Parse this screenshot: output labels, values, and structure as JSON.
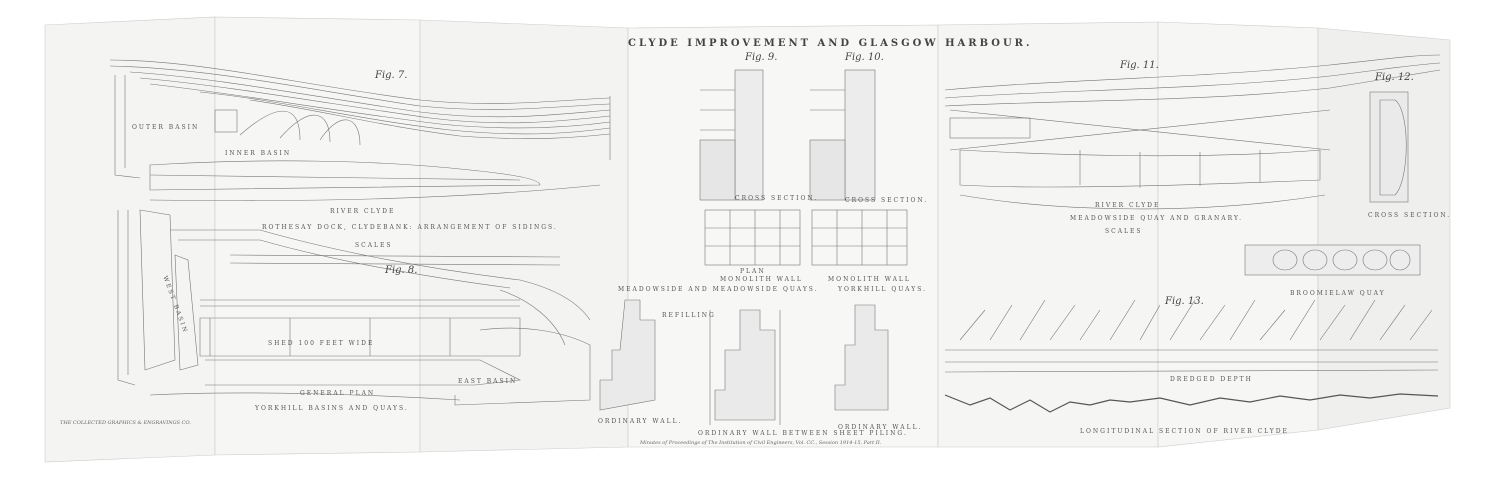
{
  "sheet": {
    "main_title": "CLYDE IMPROVEMENT AND GLASGOW HARBOUR.",
    "footer_caption": "Minutes of Proceedings of The Institution of Civil Engineers, Vol. CC., Session 1914-15, Part II.",
    "printer_credit": "THE COLLECTED GRAPHICS & ENGRAVINGS CO."
  },
  "figures": {
    "fig7": "Fig. 7.",
    "fig8": "Fig. 8.",
    "fig9": "Fig. 9.",
    "fig10": "Fig. 10.",
    "fig11": "Fig. 11.",
    "fig12": "Fig. 12.",
    "fig13": "Fig. 13."
  },
  "labels": {
    "outer_basin": "OUTER BASIN",
    "inner_basin": "INNER BASIN",
    "river_clyde_left": "RIVER CLYDE",
    "rothesay_caption": "ROTHESAY DOCK, CLYDEBANK: ARRANGEMENT OF SIDINGS.",
    "scales_left": "SCALES",
    "west_basin": "WEST BASIN",
    "shed_wide": "SHED  100  FEET  WIDE",
    "east_basin": "EAST BASIN",
    "general_plan": "GENERAL PLAN",
    "yorkhill_basins": "YORKHILL BASINS AND QUAYS.",
    "cross_section_1": "CROSS SECTION.",
    "cross_section_2": "CROSS SECTION.",
    "plan": "PLAN",
    "monolith_wall_1": "MONOLITH WALL",
    "monolith_wall_2": "MONOLITH WALL",
    "meadowside_quays": "MEADOWSIDE AND MEADOWSIDE QUAYS.",
    "yorkhill_quays": "YORKHILL QUAYS.",
    "ordinary_wall_1": "ORDINARY WALL.",
    "ordinary_wall_2": "ORDINARY WALL BETWEEN SHEET PILING.",
    "ordinary_wall_3": "ORDINARY WALL.",
    "refilling": "REFILLING",
    "river_clyde_right": "RIVER CLYDE",
    "meadowside_granary": "MEADOWSIDE QUAY AND GRANARY.",
    "scales_right": "SCALES",
    "cross_section_3": "CROSS SECTION.",
    "broomielaw_quay": "BROOMIELAW QUAY",
    "dredged_depth": "DREDGED DEPTH",
    "longitudinal_section": "LONGITUDINAL SECTION OF RIVER CLYDE"
  }
}
